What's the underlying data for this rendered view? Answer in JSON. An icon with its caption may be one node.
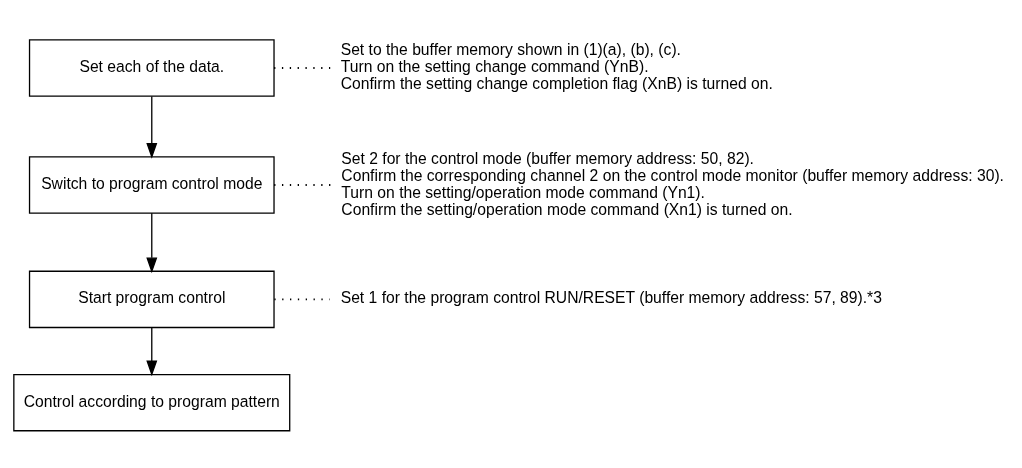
{
  "diagram": {
    "nodes": [
      {
        "text": [
          "Set each of the data."
        ]
      },
      {
        "text": [
          "Set to the buffer memory shown in (1)(a), (b), (c).",
          "Turn on the setting change command (YnB).",
          "Confirm the setting change completion flag (XnB) is turned on."
        ]
      },
      {
        "text": [
          "Switch to program control mode"
        ]
      },
      {
        "text": [
          "Set 2 for the control mode (buffer memory address: 50, 82).",
          "Confirm the corresponding channel 2 on the control mode monitor (buffer memory address: 30).",
          "Turn on the setting/operation mode command (Yn1).",
          "Confirm the setting/operation mode command (Xn1) is turned on."
        ]
      },
      {
        "text": [
          "Start program control"
        ]
      },
      {
        "text": [
          "Set 1 for the program control RUN/RESET (buffer memory address: 57, 89).*3"
        ]
      },
      {
        "text": [
          "Control according to program pattern"
        ]
      }
    ],
    "edges": [
      {
        "from": 0,
        "to": 2,
        "arrow": "to"
      },
      {
        "from": 2,
        "to": 4,
        "arrow": "to"
      },
      {
        "from": 4,
        "to": 6,
        "arrow": "to"
      },
      {
        "from": 0,
        "to": 1,
        "arrow": "none",
        "style": "dashed"
      },
      {
        "from": 2,
        "to": 3,
        "arrow": "none",
        "style": "dashed"
      },
      {
        "from": 4,
        "to": 5,
        "arrow": "none",
        "style": "dashed"
      }
    ]
  }
}
